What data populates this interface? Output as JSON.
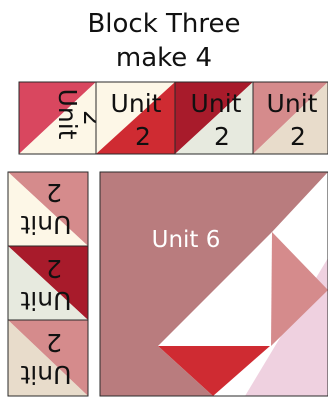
{
  "block": {
    "title": "Block Three",
    "subtitle": "make 4"
  },
  "top_row": {
    "unit_word": "Unit",
    "unit_number": "2"
  },
  "left_column": {
    "unit_word": "Unit",
    "unit_number": "2"
  },
  "big_unit": {
    "label": "Unit 6"
  },
  "colors": {
    "dark_red": "#a81b2b",
    "red": "#cf2b32",
    "raspberry": "#d9475f",
    "dusty_rose": "#d58b8c",
    "mauve": "#b97c7e",
    "cream": "#fdf7e7",
    "beige": "#e8dccb",
    "sage_white": "#e7eadf",
    "pink_tint": "#efd1e0",
    "outline": "#2a2a2a"
  },
  "icons": {
    "top_row_units": "half-square-triangle",
    "left_column_units": "half-square-triangle",
    "center_unit": "large-triangle-unit"
  }
}
